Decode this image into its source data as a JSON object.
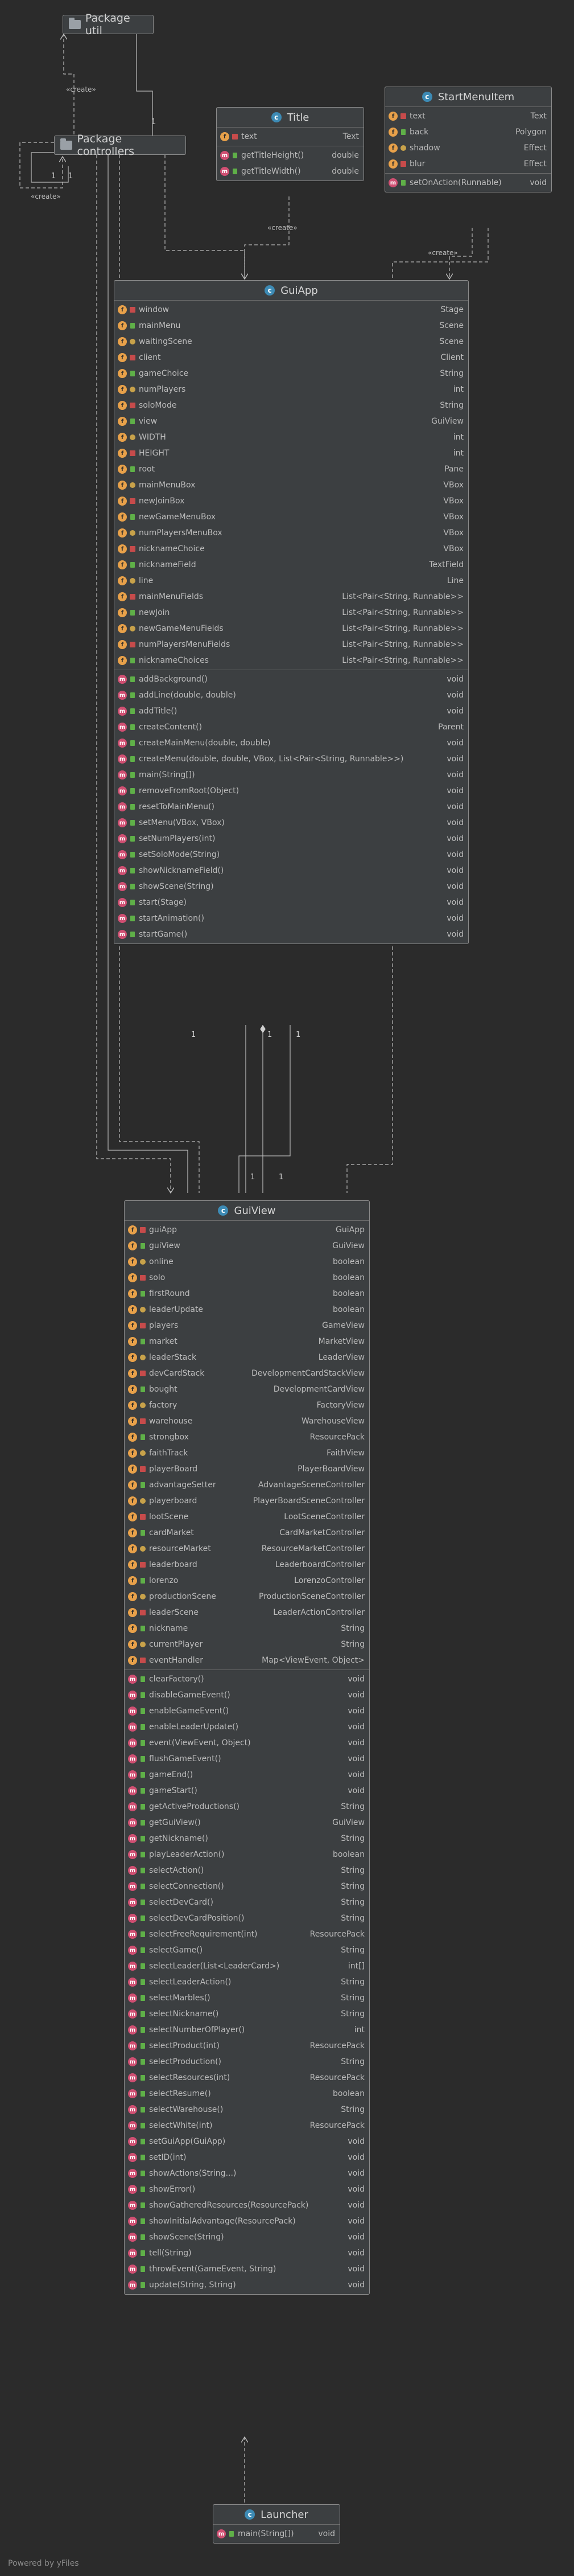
{
  "packages": {
    "util": "Package util",
    "controllers": "Package controllers"
  },
  "labels": {
    "create": "«create»",
    "one": "1"
  },
  "footer": "Powered by yFiles",
  "classes": {
    "title": {
      "name": "Title",
      "fields": [
        {
          "name": "text",
          "type": "Text"
        }
      ],
      "methods": [
        {
          "name": "getTitleHeight()",
          "type": "double"
        },
        {
          "name": "getTitleWidth()",
          "type": "double"
        }
      ]
    },
    "startMenuItem": {
      "name": "StartMenuItem",
      "fields": [
        {
          "name": "text",
          "type": "Text"
        },
        {
          "name": "back",
          "type": "Polygon"
        },
        {
          "name": "shadow",
          "type": "Effect"
        },
        {
          "name": "blur",
          "type": "Effect"
        }
      ],
      "methods": [
        {
          "name": "setOnAction(Runnable)",
          "type": "void"
        }
      ]
    },
    "guiApp": {
      "name": "GuiApp",
      "fields": [
        {
          "name": "window",
          "type": "Stage"
        },
        {
          "name": "mainMenu",
          "type": "Scene"
        },
        {
          "name": "waitingScene",
          "type": "Scene"
        },
        {
          "name": "client",
          "type": "Client"
        },
        {
          "name": "gameChoice",
          "type": "String"
        },
        {
          "name": "numPlayers",
          "type": "int"
        },
        {
          "name": "soloMode",
          "type": "String"
        },
        {
          "name": "view",
          "type": "GuiView"
        },
        {
          "name": "WIDTH",
          "type": "int"
        },
        {
          "name": "HEIGHT",
          "type": "int"
        },
        {
          "name": "root",
          "type": "Pane"
        },
        {
          "name": "mainMenuBox",
          "type": "VBox"
        },
        {
          "name": "newJoinBox",
          "type": "VBox"
        },
        {
          "name": "newGameMenuBox",
          "type": "VBox"
        },
        {
          "name": "numPlayersMenuBox",
          "type": "VBox"
        },
        {
          "name": "nicknameChoice",
          "type": "VBox"
        },
        {
          "name": "nicknameField",
          "type": "TextField"
        },
        {
          "name": "line",
          "type": "Line"
        },
        {
          "name": "mainMenuFields",
          "type": "List<Pair<String, Runnable>>"
        },
        {
          "name": "newJoin",
          "type": "List<Pair<String, Runnable>>"
        },
        {
          "name": "newGameMenuFields",
          "type": "List<Pair<String, Runnable>>"
        },
        {
          "name": "numPlayersMenuFields",
          "type": "List<Pair<String, Runnable>>"
        },
        {
          "name": "nicknameChoices",
          "type": "List<Pair<String, Runnable>>"
        }
      ],
      "methods": [
        {
          "name": "addBackground()",
          "type": "void"
        },
        {
          "name": "addLine(double, double)",
          "type": "void"
        },
        {
          "name": "addTitle()",
          "type": "void"
        },
        {
          "name": "createContent()",
          "type": "Parent"
        },
        {
          "name": "createMainMenu(double, double)",
          "type": "void"
        },
        {
          "name": "createMenu(double, double, VBox, List<Pair<String, Runnable>>)",
          "type": "void"
        },
        {
          "name": "main(String[])",
          "type": "void"
        },
        {
          "name": "removeFromRoot(Object)",
          "type": "void"
        },
        {
          "name": "resetToMainMenu()",
          "type": "void"
        },
        {
          "name": "setMenu(VBox, VBox)",
          "type": "void"
        },
        {
          "name": "setNumPlayers(int)",
          "type": "void"
        },
        {
          "name": "setSoloMode(String)",
          "type": "void"
        },
        {
          "name": "showNicknameField()",
          "type": "void"
        },
        {
          "name": "showScene(String)",
          "type": "void"
        },
        {
          "name": "start(Stage)",
          "type": "void"
        },
        {
          "name": "startAnimation()",
          "type": "void"
        },
        {
          "name": "startGame()",
          "type": "void"
        }
      ]
    },
    "guiView": {
      "name": "GuiView",
      "fields": [
        {
          "name": "guiApp",
          "type": "GuiApp"
        },
        {
          "name": "guiView",
          "type": "GuiView"
        },
        {
          "name": "online",
          "type": "boolean"
        },
        {
          "name": "solo",
          "type": "boolean"
        },
        {
          "name": "firstRound",
          "type": "boolean"
        },
        {
          "name": "leaderUpdate",
          "type": "boolean"
        },
        {
          "name": "players",
          "type": "GameView"
        },
        {
          "name": "market",
          "type": "MarketView"
        },
        {
          "name": "leaderStack",
          "type": "LeaderView"
        },
        {
          "name": "devCardStack",
          "type": "DevelopmentCardStackView"
        },
        {
          "name": "bought",
          "type": "DevelopmentCardView"
        },
        {
          "name": "factory",
          "type": "FactoryView"
        },
        {
          "name": "warehouse",
          "type": "WarehouseView"
        },
        {
          "name": "strongbox",
          "type": "ResourcePack"
        },
        {
          "name": "faithTrack",
          "type": "FaithView"
        },
        {
          "name": "playerBoard",
          "type": "PlayerBoardView"
        },
        {
          "name": "advantageSetter",
          "type": "AdvantageSceneController"
        },
        {
          "name": "playerboard",
          "type": "PlayerBoardSceneController"
        },
        {
          "name": "lootScene",
          "type": "LootSceneController"
        },
        {
          "name": "cardMarket",
          "type": "CardMarketController"
        },
        {
          "name": "resourceMarket",
          "type": "ResourceMarketController"
        },
        {
          "name": "leaderboard",
          "type": "LeaderboardController"
        },
        {
          "name": "lorenzo",
          "type": "LorenzoController"
        },
        {
          "name": "productionScene",
          "type": "ProductionSceneController"
        },
        {
          "name": "leaderScene",
          "type": "LeaderActionController"
        },
        {
          "name": "nickname",
          "type": "String"
        },
        {
          "name": "currentPlayer",
          "type": "String"
        },
        {
          "name": "eventHandler",
          "type": "Map<ViewEvent, Object>"
        }
      ],
      "methods": [
        {
          "name": "clearFactory()",
          "type": "void"
        },
        {
          "name": "disableGameEvent()",
          "type": "void"
        },
        {
          "name": "enableGameEvent()",
          "type": "void"
        },
        {
          "name": "enableLeaderUpdate()",
          "type": "void"
        },
        {
          "name": "event(ViewEvent, Object)",
          "type": "void"
        },
        {
          "name": "flushGameEvent()",
          "type": "void"
        },
        {
          "name": "gameEnd()",
          "type": "void"
        },
        {
          "name": "gameStart()",
          "type": "void"
        },
        {
          "name": "getActiveProductions()",
          "type": "String"
        },
        {
          "name": "getGuiView()",
          "type": "GuiView"
        },
        {
          "name": "getNickname()",
          "type": "String"
        },
        {
          "name": "playLeaderAction()",
          "type": "boolean"
        },
        {
          "name": "selectAction()",
          "type": "String"
        },
        {
          "name": "selectConnection()",
          "type": "String"
        },
        {
          "name": "selectDevCard()",
          "type": "String"
        },
        {
          "name": "selectDevCardPosition()",
          "type": "String"
        },
        {
          "name": "selectFreeRequirement(int)",
          "type": "ResourcePack"
        },
        {
          "name": "selectGame()",
          "type": "String"
        },
        {
          "name": "selectLeader(List<LeaderCard>)",
          "type": "int[]"
        },
        {
          "name": "selectLeaderAction()",
          "type": "String"
        },
        {
          "name": "selectMarbles()",
          "type": "String"
        },
        {
          "name": "selectNickname()",
          "type": "String"
        },
        {
          "name": "selectNumberOfPlayer()",
          "type": "int"
        },
        {
          "name": "selectProduct(int)",
          "type": "ResourcePack"
        },
        {
          "name": "selectProduction()",
          "type": "String"
        },
        {
          "name": "selectResources(int)",
          "type": "ResourcePack"
        },
        {
          "name": "selectResume()",
          "type": "boolean"
        },
        {
          "name": "selectWarehouse()",
          "type": "String"
        },
        {
          "name": "selectWhite(int)",
          "type": "ResourcePack"
        },
        {
          "name": "setGuiApp(GuiApp)",
          "type": "void"
        },
        {
          "name": "setID(int)",
          "type": "void"
        },
        {
          "name": "showActions(String...)",
          "type": "void"
        },
        {
          "name": "showError()",
          "type": "void"
        },
        {
          "name": "showGatheredResources(ResourcePack)",
          "type": "void"
        },
        {
          "name": "showInitialAdvantage(ResourcePack)",
          "type": "void"
        },
        {
          "name": "showScene(String)",
          "type": "void"
        },
        {
          "name": "tell(String)",
          "type": "void"
        },
        {
          "name": "throwEvent(GameEvent, String)",
          "type": "void"
        },
        {
          "name": "update(String, String)",
          "type": "void"
        }
      ]
    },
    "launcher": {
      "name": "Launcher",
      "fields": [],
      "methods": [
        {
          "name": "main(String[])",
          "type": "void"
        }
      ]
    }
  }
}
